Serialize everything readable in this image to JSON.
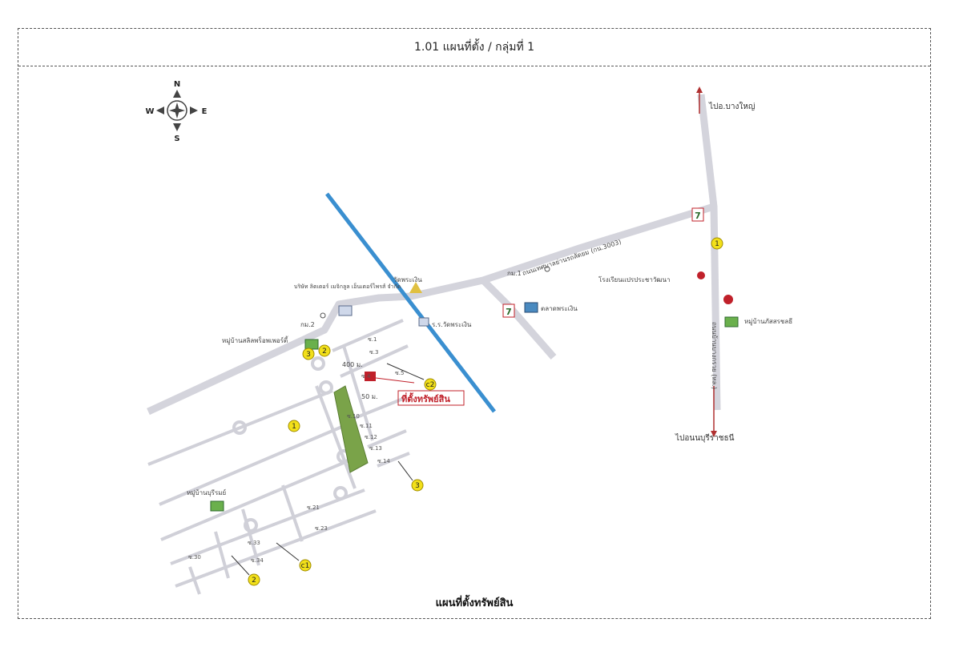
{
  "header": {
    "title": "1.01 แผนที่ตั้ง / กลุ่มที่ 1"
  },
  "caption": "แผนที่ตั้งทรัพย์สิน",
  "compass": {
    "n": "N",
    "s": "S",
    "e": "E",
    "w": "W"
  },
  "map": {
    "to_north": "ไปอ.บางใหญ่",
    "to_south": "ไปอนนบุรีราชธนี",
    "road_main": "ถนนเทศบาลย่านรถลัดยม (กน.3003)",
    "road_vertical": "ถนนบ้านบางกรวย (ทล.)",
    "wat": "วัดพระเงิน",
    "school_wat": "ร.ร.วัดพระเงิน",
    "company": "บริษัท ลิตเตอร์ เมจิกลูล เอ็นเตอร์ไพรส์ จำกัด",
    "km1": "กม.1",
    "km2": "กม.2",
    "market": "ตลาดพระเงิน",
    "school2": "โรงเรียนแปรประชาวัฒนา",
    "village1": "หมู่บ้านสลิลพร็อพเพอร์ตี้",
    "village2": "หมู่บ้านบุรีรมย์",
    "village3": "หมู่บ้านภัสสรชลธี",
    "property": "ที่ตั้งทรัพย์สิน",
    "dist_400": "400 ม.",
    "dist_50": "50 ม.",
    "markers": [
      "1",
      "2",
      "3",
      "1",
      "2",
      "3",
      "c1",
      "c2"
    ],
    "soi": [
      "ซ.1",
      "ซ.3",
      "ซ.4",
      "ซ.5",
      "ซ.10",
      "ซ.11",
      "ซ.12",
      "ซ.13",
      "ซ.14",
      "ซ.21",
      "ซ.23",
      "ซ.30",
      "ซ.33",
      "ซ.34"
    ]
  },
  "colors": {
    "road": "#d4d4dc",
    "rail": "#3a8fd0",
    "green_area": "#7aa349",
    "property": "#c0202a",
    "marker": "#f2e01a",
    "arrow": "#b03030"
  }
}
